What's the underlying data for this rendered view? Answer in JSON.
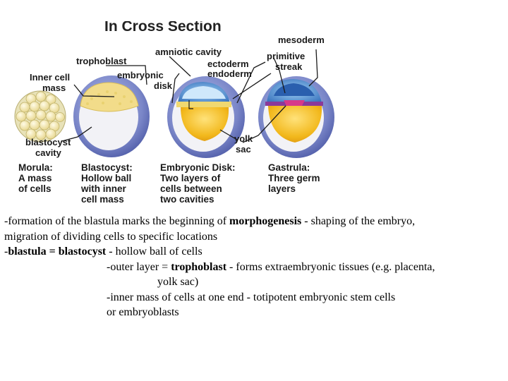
{
  "figure": {
    "title_partial": "In Cross Section",
    "labels": {
      "trophoblast": "trophoblast",
      "inner_cell_mass_1": "Inner cell",
      "inner_cell_mass_2": "mass",
      "amniotic_cavity": "amniotic cavity",
      "embryonic_disk_1": "embryonic",
      "embryonic_disk_2": "disk",
      "mesoderm": "mesoderm",
      "primitive_streak_1": "primitive",
      "primitive_streak_2": "streak",
      "ectoderm": "ectoderm",
      "endoderm": "endoderm",
      "blastocyst_cavity_1": "blastocyst",
      "blastocyst_cavity_2": "cavity",
      "yolk_sac_1": "yolk",
      "yolk_sac_2": "sac"
    },
    "captions": {
      "morula": [
        "Morula:",
        "A mass",
        "of cells"
      ],
      "blastocyst": [
        "Blastocyst:",
        "Hollow ball",
        "with inner",
        "cell mass"
      ],
      "embryonic_disk": [
        "Embryonic Disk:",
        "Two layers of",
        "cells between",
        "two cavities"
      ],
      "gastrula": [
        "Gastrula:",
        "Three germ",
        "layers"
      ]
    },
    "colors": {
      "outer_layer": "#7a86c8",
      "cavity": "#f2f2f6",
      "yolk": "#f2b81c",
      "amnion": "#3a78c8",
      "mesoderm": "#d63a8a",
      "morula_cells": "#f4e9a8"
    }
  },
  "text": {
    "line1_pre": "-formation of the blastula marks the beginning of ",
    "line1_bold": "morphogenesis",
    "line1_post": " - shaping of the embryo,",
    "line2": "migration of dividing cells to specific locations",
    "line3_pre": "-",
    "line3_bold": "blastula = blastocyst",
    "line3_post": " - hollow ball of cells",
    "line4_pre": "-outer layer = ",
    "line4_bold": "trophoblast",
    "line4_post": " - forms extraembryonic tissues (e.g. placenta,",
    "line5": "yolk sac)",
    "line6": "-inner mass of cells at one end - totipotent embryonic stem cells",
    "line7": "or embryoblasts"
  }
}
